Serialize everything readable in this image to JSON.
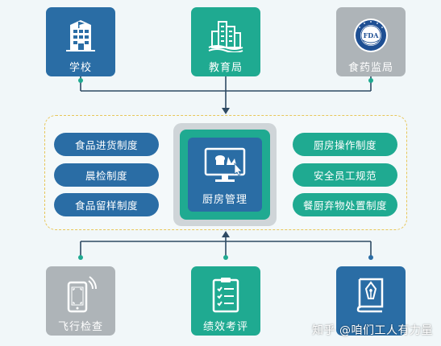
{
  "top_tiles": [
    {
      "label": "学校",
      "icon": "school-building-icon",
      "color": "#2a6da5"
    },
    {
      "label": "教育局",
      "icon": "city-buildings-icon",
      "color": "#1faa91"
    },
    {
      "label": "食药监局",
      "icon": "fda-seal-icon",
      "color": "#aeb4b8"
    }
  ],
  "fda_seal_text": "FDA",
  "left_pills": [
    "食品进货制度",
    "晨检制度",
    "食品留样制度"
  ],
  "right_pills": [
    "厨房操作制度",
    "安全员工规范",
    "餐厨弃物处置制度"
  ],
  "center": {
    "label": "厨房管理",
    "icon": "monitor-chef-icon"
  },
  "bottom_tiles": [
    {
      "label": "飞行检查",
      "icon": "phone-scan-icon",
      "color": "#aeb4b8"
    },
    {
      "label": "绩效考评",
      "icon": "checklist-icon",
      "color": "#1faa91"
    },
    {
      "label": "",
      "icon": "book-pen-icon",
      "color": "#2a6da5"
    }
  ],
  "watermark": "知乎 @咱们工人有力量",
  "colors": {
    "blue": "#2a6da5",
    "teal": "#1faa91",
    "gray": "#aeb4b8",
    "frame": "#e7c65a",
    "line": "#2e4a63"
  }
}
